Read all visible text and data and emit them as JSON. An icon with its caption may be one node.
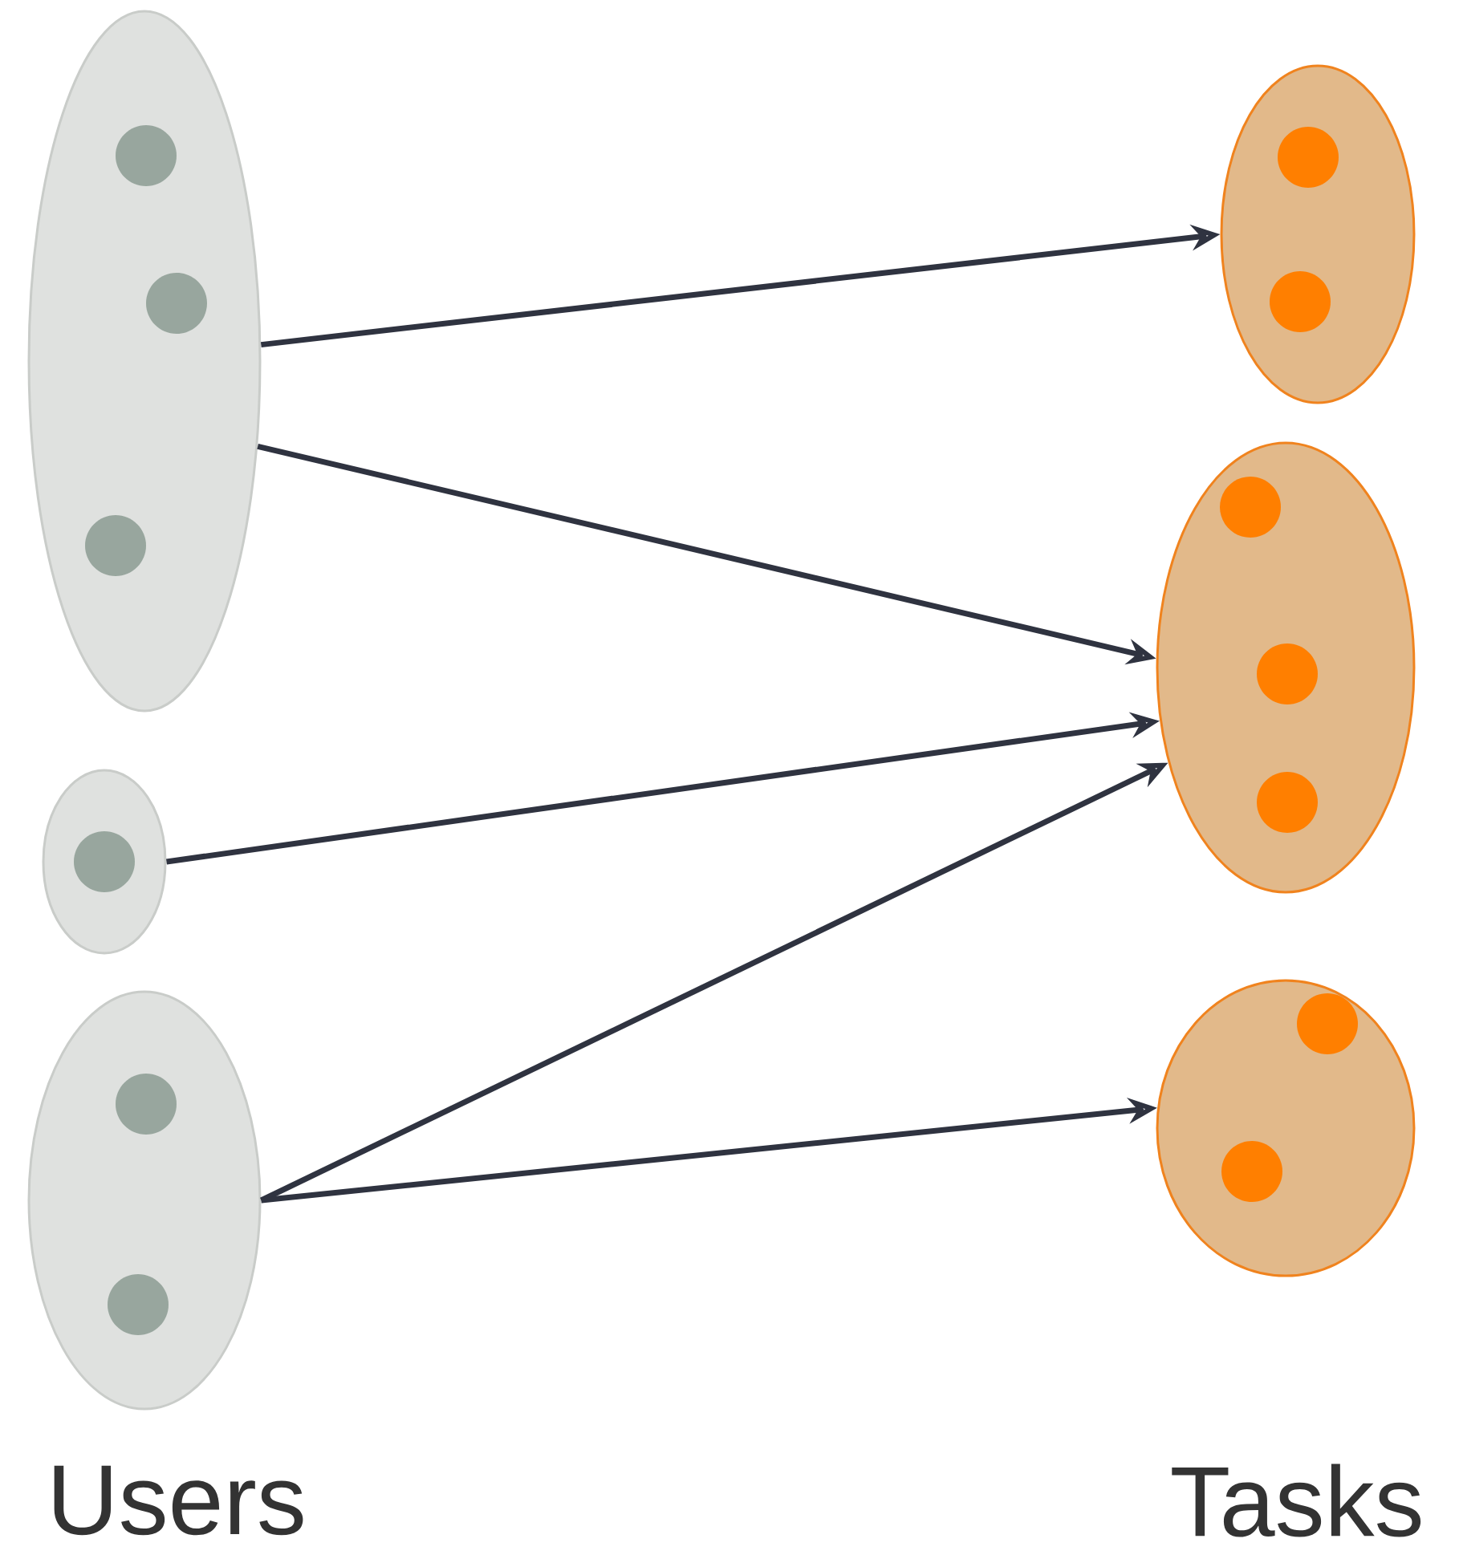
{
  "diagram": {
    "nodes": [
      {
        "text": [],
        "shape": "ellipse"
      },
      {
        "text": [],
        "shape": "ellipse"
      },
      {
        "text": [],
        "shape": "ellipse"
      },
      {
        "text": [],
        "shape": "ellipse"
      },
      {
        "text": [],
        "shape": "ellipse"
      },
      {
        "text": [],
        "shape": "ellipse"
      }
    ],
    "edges": [
      {
        "from": 0,
        "to": 3,
        "arrow": "to"
      },
      {
        "from": 0,
        "to": 4,
        "arrow": "to"
      },
      {
        "from": 1,
        "to": 4,
        "arrow": "to"
      },
      {
        "from": 2,
        "to": 4,
        "arrow": "to"
      },
      {
        "from": 2,
        "to": 5,
        "arrow": "to"
      }
    ],
    "labels": [
      "Users",
      "Tasks"
    ]
  }
}
